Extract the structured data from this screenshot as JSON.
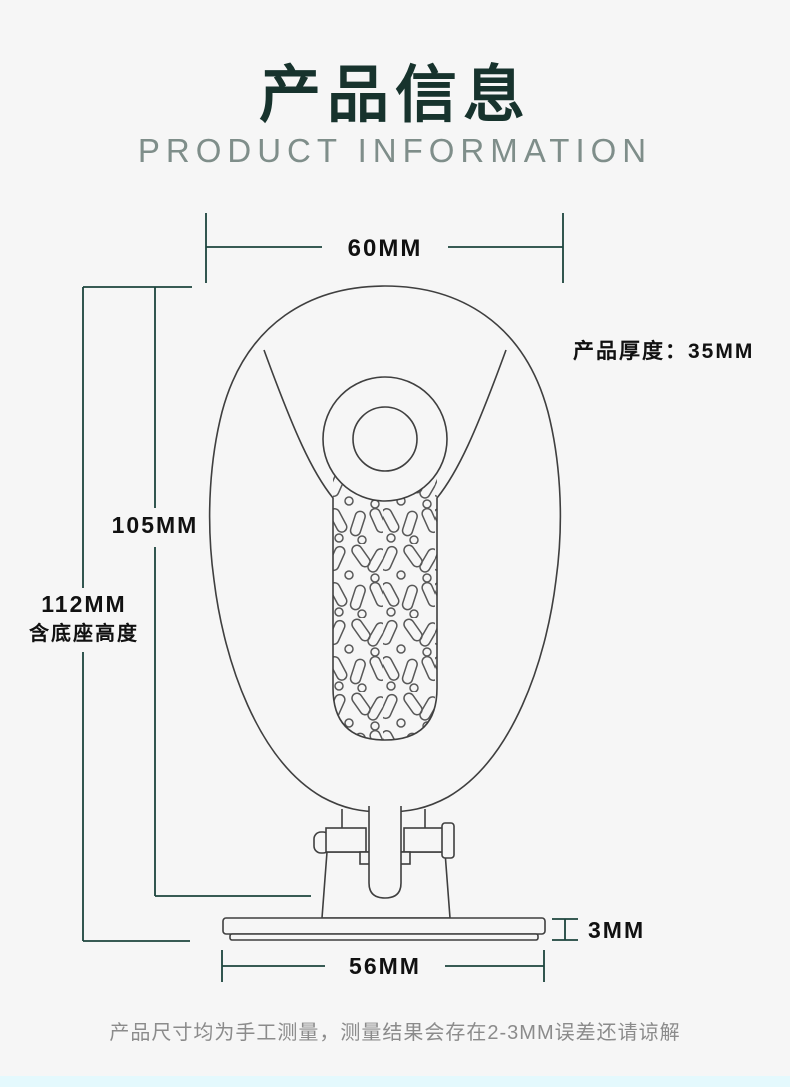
{
  "page": {
    "title": "产品信息",
    "subtitle": "PRODUCT INFORMATION",
    "footer_note": "产品尺寸均为手工测量，测量结果会存在2-3MM误差还请谅解"
  },
  "dimensions": {
    "top_width": "60MM",
    "thickness": "产品厚度：35MM",
    "body_height": "105MM",
    "total_height": "112MM",
    "total_height_note": "含底座高度",
    "base_thickness": "3MM",
    "base_width": "56MM"
  },
  "colors": {
    "title_dark_green": "#17332d",
    "subtitle_gray": "#7f8e8a",
    "dimension_line_teal": "#1c453d",
    "drawing_line_gray": "#3f3f3f",
    "label_black": "#111111",
    "footer_gray": "#8b8b8b",
    "background": "#f6f6f6",
    "bottom_strip_cyan": "#e4f9fd"
  }
}
